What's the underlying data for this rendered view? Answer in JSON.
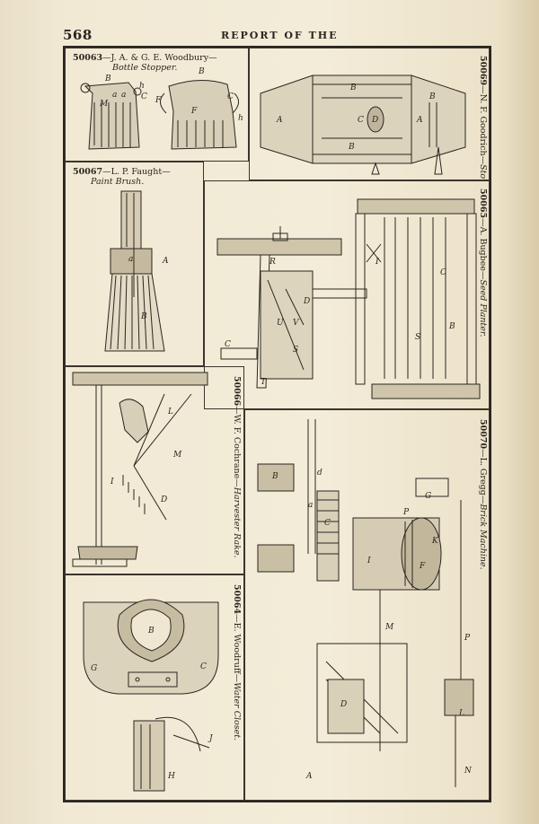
{
  "header": {
    "page_number": "568",
    "running_head": "REPORT OF THE"
  },
  "panels": {
    "p50063": {
      "number": "50063",
      "names": "—J. A. & G. E. Woodbury—",
      "title": "Bottle Stopper."
    },
    "p50069": {
      "number": "50069",
      "names": "—N. F. Goodrich—",
      "title": "Stove Pipe."
    },
    "p50067": {
      "number": "50067",
      "names": "—L. P. Faught—",
      "title": "Paint Brush."
    },
    "p50065": {
      "number": "50065",
      "names": "—A. Bugbee—",
      "title": "Seed Planter."
    },
    "p50066": {
      "number": "50066",
      "names": "—W. F. Cochrane—",
      "title": "Harvester Rake."
    },
    "p50070": {
      "number": "50070",
      "names": "—L. Gregg—",
      "title": "Brick Machine."
    },
    "p50064": {
      "number": "50064",
      "names": "—E. Woodruff—",
      "title": "Water Closet."
    }
  },
  "figure_letters": {
    "stopper": [
      "B",
      "h",
      "C",
      "M",
      "a",
      "a",
      "B",
      "F",
      "F",
      "C",
      "h"
    ],
    "stovepipe": [
      "A",
      "B",
      "C",
      "D",
      "B",
      "A",
      "B"
    ],
    "brush": [
      "A",
      "B",
      "a"
    ],
    "planter": [
      "R",
      "D",
      "U",
      "V",
      "S",
      "C",
      "T",
      "I",
      "C",
      "S",
      "B"
    ],
    "rake": [
      "L",
      "M",
      "I",
      "D"
    ],
    "brickmachine": [
      "d",
      "B",
      "C",
      "a",
      "G",
      "P",
      "K",
      "F",
      "I",
      "M",
      "D",
      "L",
      "P",
      "N",
      "A"
    ],
    "closet": [
      "B",
      "G",
      "C",
      "J",
      "H"
    ]
  }
}
